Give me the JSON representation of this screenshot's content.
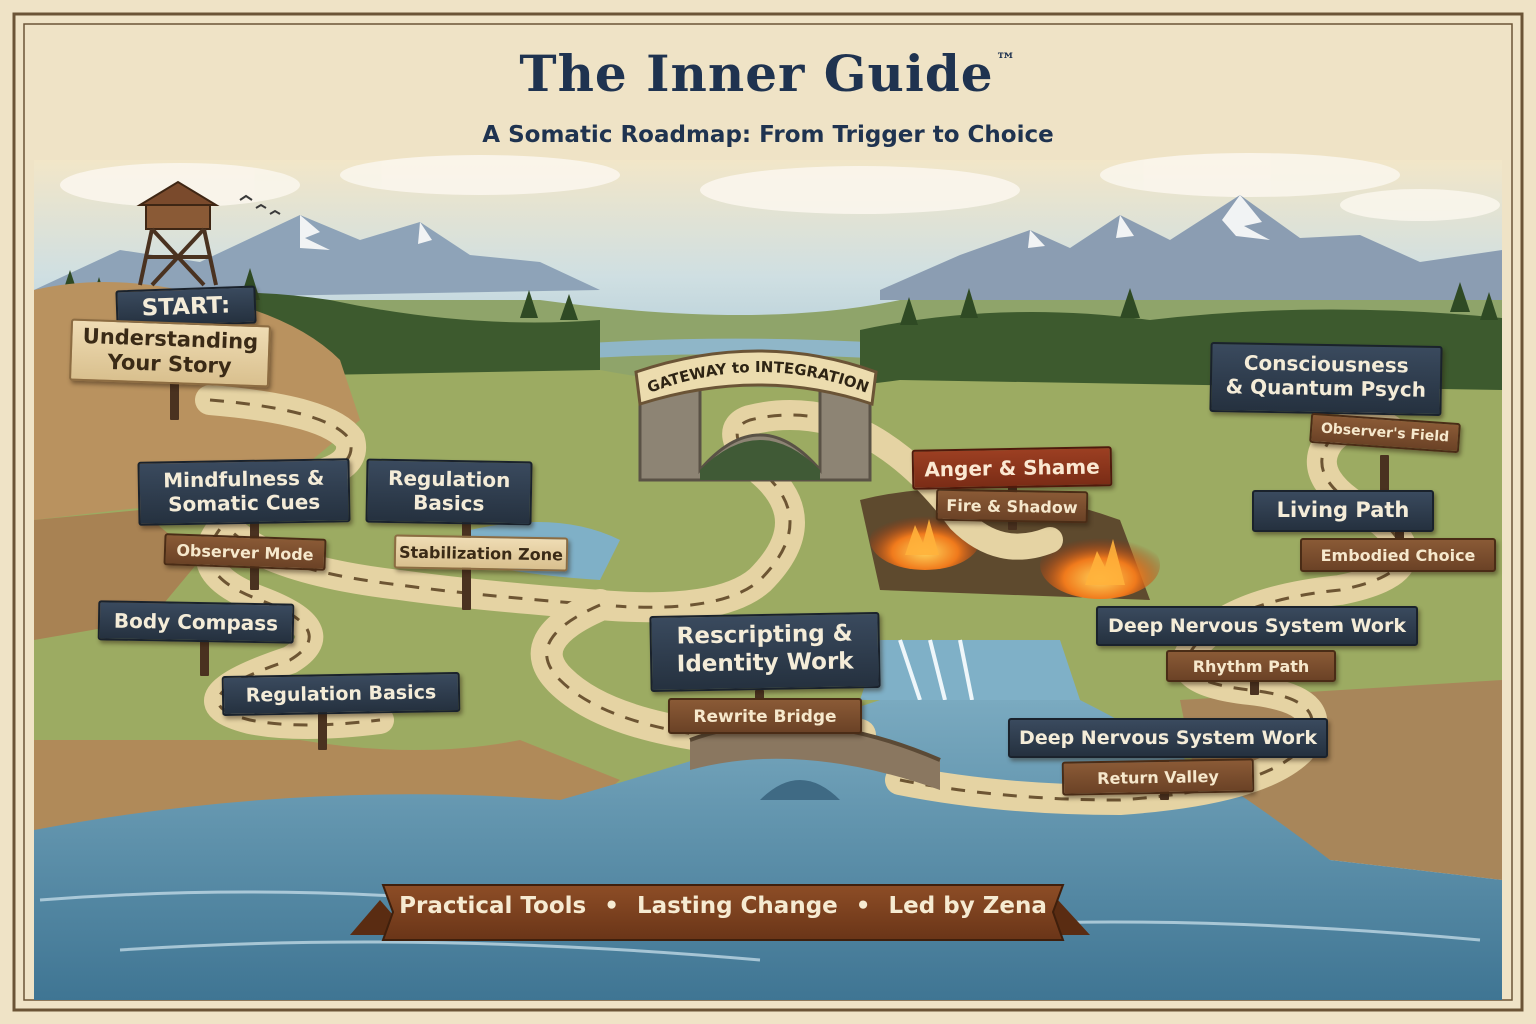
{
  "map": {
    "title": "The Inner Guide",
    "title_mark": "™",
    "subtitle": "A Somatic Roadmap: From Trigger to Choice",
    "gateway_label": "GATEWAY to INTEGRATION",
    "footer": [
      "Practical Tools",
      "Lasting Change",
      "Led by Zena"
    ],
    "footer_separator": "•"
  },
  "signs": {
    "start_heading": "START:",
    "start_line1": "Understanding",
    "start_line2": "Your Story",
    "mindfulness_line1": "Mindfulness &",
    "mindfulness_line2": "Somatic Cues",
    "observer_mode": "Observer Mode",
    "regulation_top_line1": "Regulation",
    "regulation_top_line2": "Basics",
    "stabilization_zone": "Stabilization Zone",
    "body_compass": "Body Compass",
    "regulation_bottom": "Regulation Basics",
    "rescripting_line1": "Rescripting &",
    "rescripting_line2": "Identity Work",
    "rewrite_bridge": "Rewrite Bridge",
    "anger_shame": "Anger & Shame",
    "fire_shadow": "Fire & Shadow",
    "consciousness_line1": "Consciousness",
    "consciousness_line2": "& Quantum Psych",
    "observers_field": "Observer's Field",
    "living_path": "Living Path",
    "embodied_choice": "Embodied Choice",
    "deep_ns_upper": "Deep Nervous System Work",
    "rhythm_path": "Rhythm Path",
    "deep_ns_lower": "Deep  Nervous System Work",
    "return_valley": "Return Valley"
  },
  "colors": {
    "parchment": "#efe3c6",
    "navy_sign": "#2c3a4b",
    "wood_sign": "#7a4b2c",
    "red_sign": "#8f361b",
    "light_sign": "#e6d0a2",
    "title_ink": "#1f3350",
    "water": "#5f93ad",
    "path": "#e5d3a3",
    "fire": "#e8741e"
  }
}
